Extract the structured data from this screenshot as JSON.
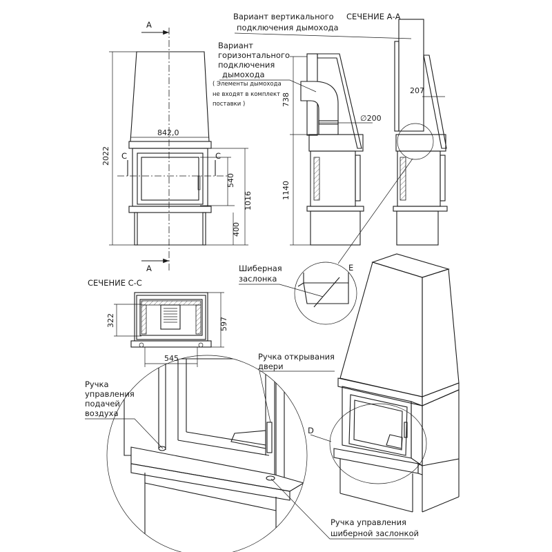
{
  "section_markers": {
    "a_top": "A",
    "a_bottom": "A",
    "c_left": "C",
    "c_right": "C",
    "d": "D",
    "e": "E"
  },
  "dimensions": {
    "width_front": "842,0",
    "height_total": "2022",
    "glass_height": "540",
    "firebox_height": "1016",
    "stand_height": "400",
    "flue_height": "738",
    "body_height": "1140",
    "flue_offset": "207",
    "flue_diameter": "∅200",
    "cc_depth_inner": "322",
    "cc_depth_total": "597",
    "cc_width": "545"
  },
  "labels": {
    "vertical_variant": [
      "Вариант вертикального",
      "подключения дымохода"
    ],
    "section_aa": "СЕЧЕНИЕ А-А",
    "horizontal_variant": [
      "Вариант",
      "горизонтального",
      "подключения",
      "дымохода"
    ],
    "note": [
      "( Элементы дымохода",
      "не входят в комплект",
      "поставки )"
    ],
    "damper": [
      "Шиберная",
      "заслонка"
    ],
    "section_cc": "СЕЧЕНИЕ С-С",
    "air_handle": [
      "Ручка",
      "управления",
      "подачей",
      "воздуха"
    ],
    "door_handle": [
      "Ручка открывания",
      "двери"
    ],
    "damper_handle": [
      "Ручка управления",
      "шиберной заслонкой"
    ]
  }
}
